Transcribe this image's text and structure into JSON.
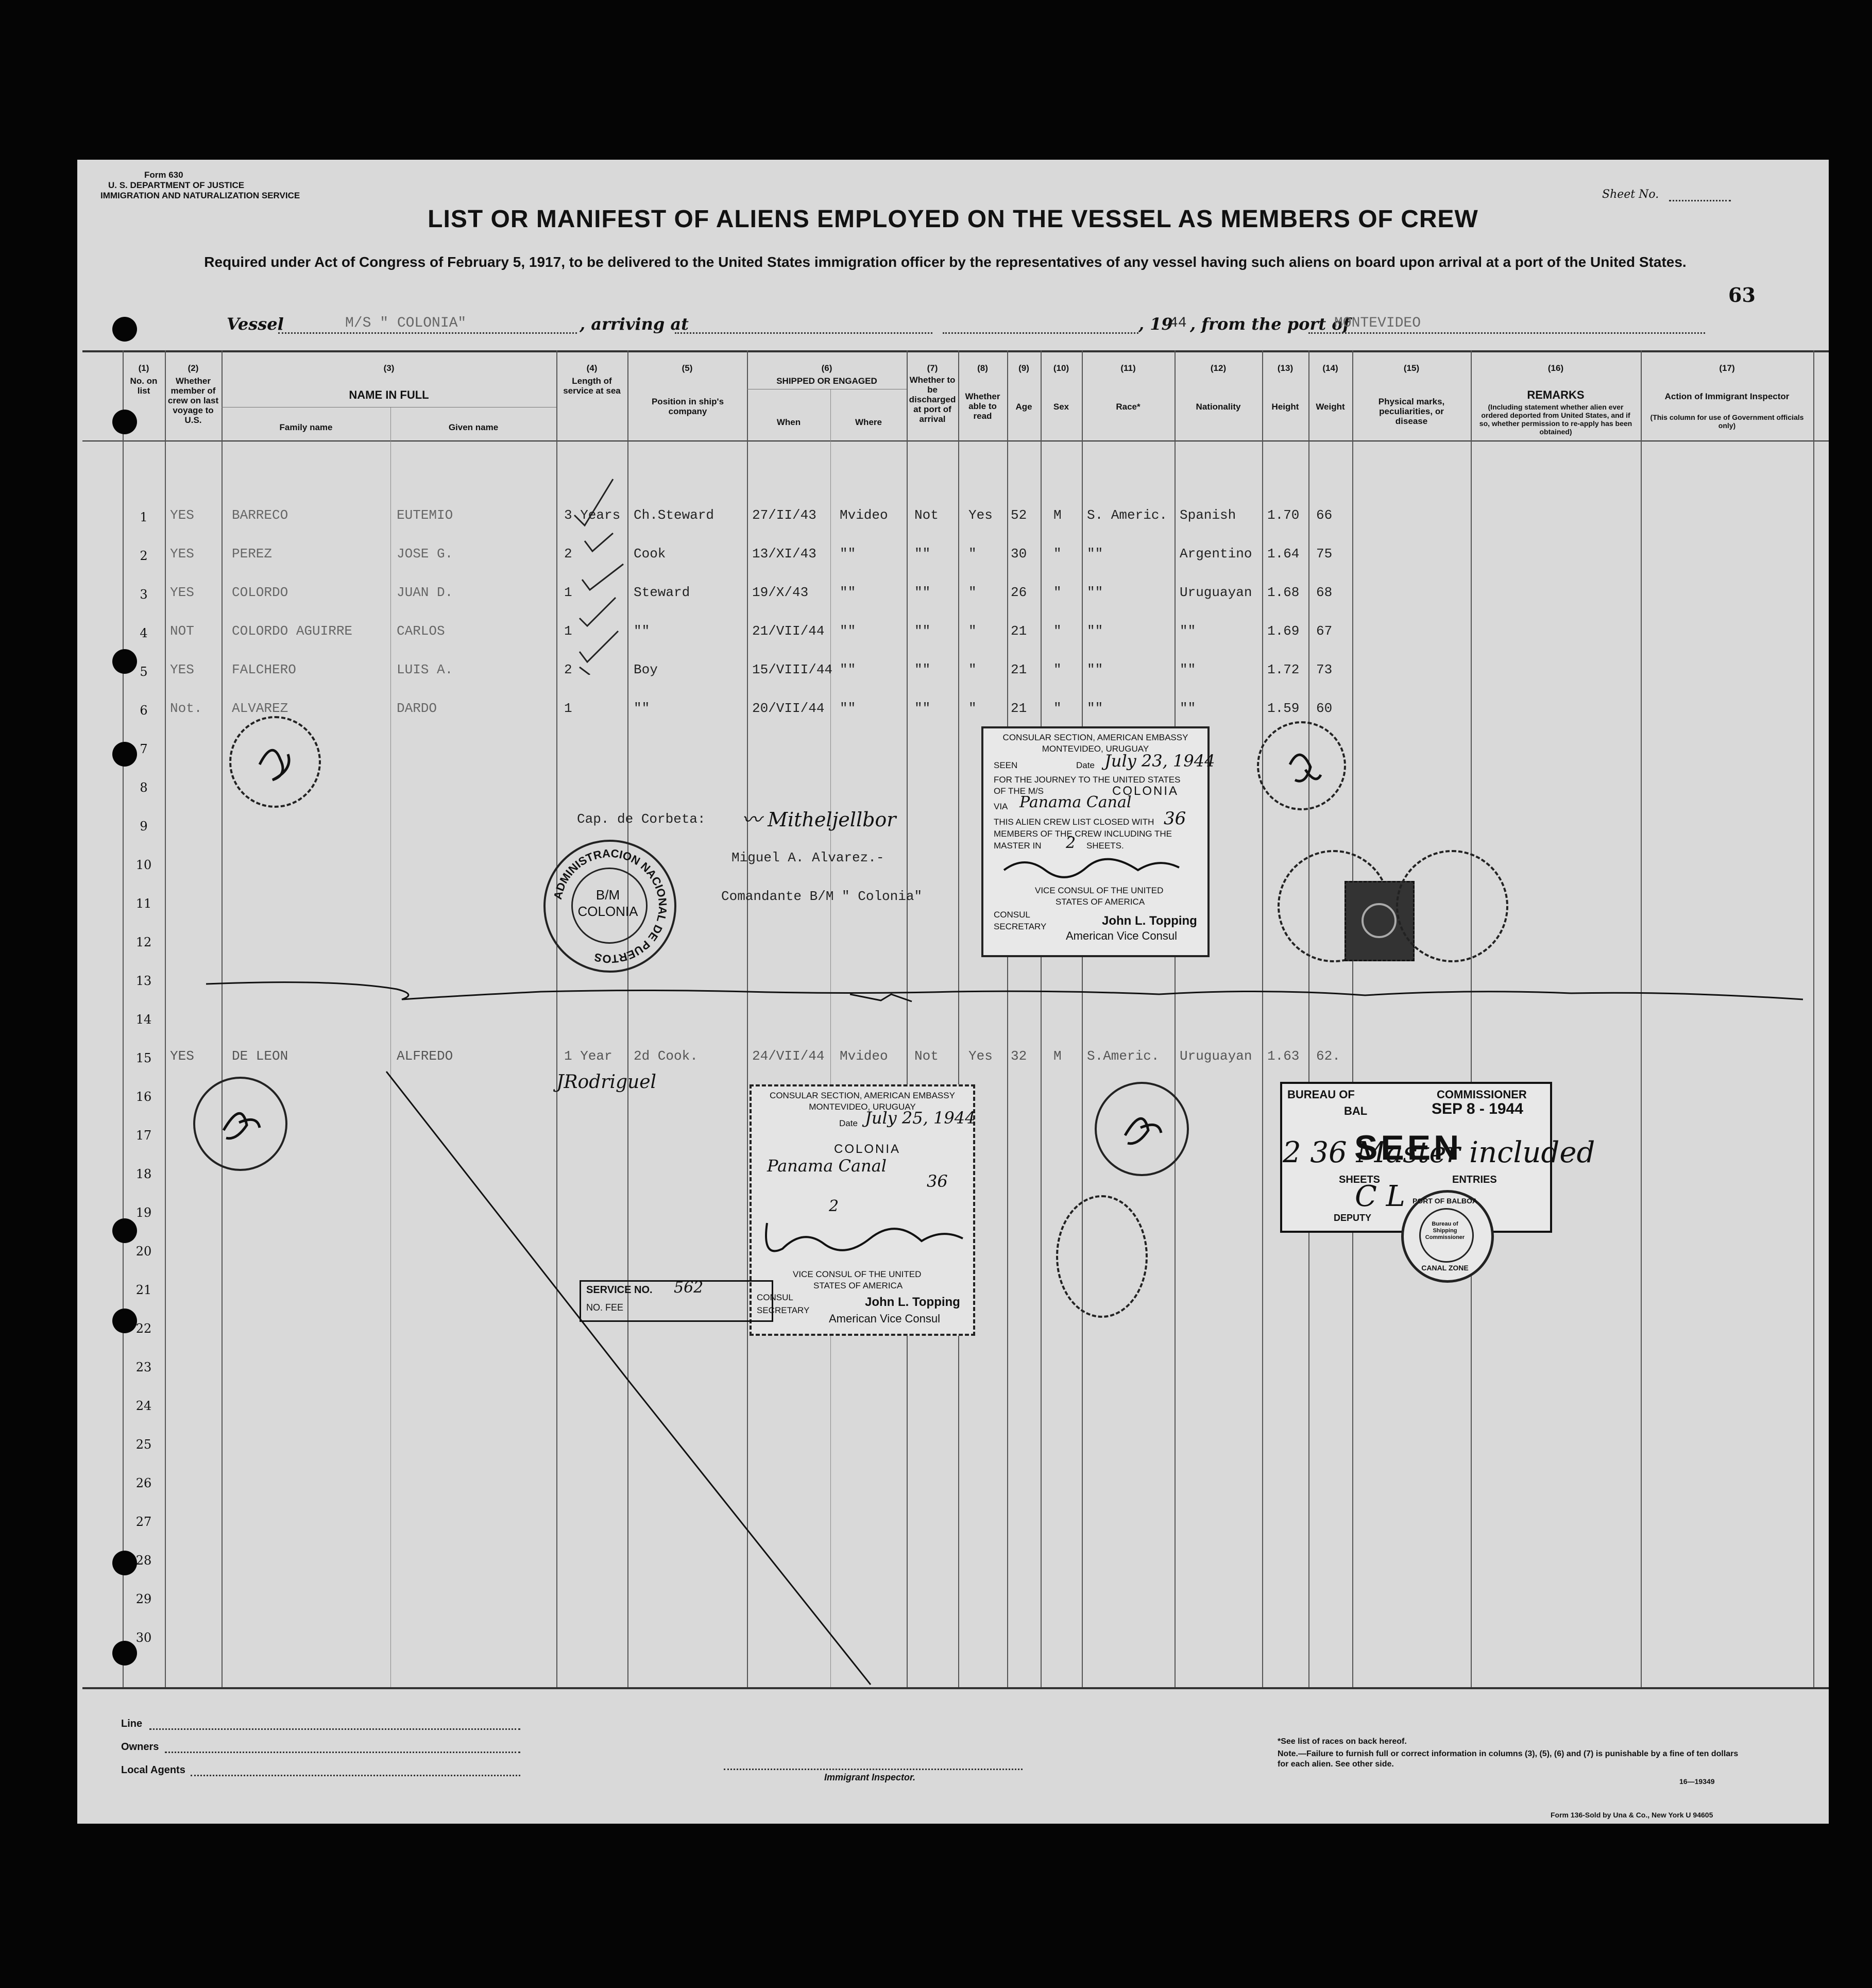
{
  "form": {
    "form_no": "Form 630",
    "dept": "U. S. DEPARTMENT OF JUSTICE",
    "service": "IMMIGRATION AND NATURALIZATION SERVICE",
    "title": "LIST OR MANIFEST OF ALIENS EMPLOYED ON THE VESSEL AS MEMBERS OF CREW",
    "subtitle": "Required under Act of Congress of February 5, 1917, to be delivered to the United States immigration officer by the representatives of any vessel having such aliens on board upon arrival at a port of the United States.",
    "sheet_label": "Sheet No.",
    "page_number": "63"
  },
  "vessel_line": {
    "vessel_label": "Vessel",
    "vessel_value": "M/S \" COLONIA\"",
    "arriving_label": ", arriving at",
    "year_label": ", 19",
    "year_value": "44",
    "from_label": ", from the port of",
    "from_value": "MONTEVIDEO"
  },
  "columns": {
    "c1_num": "(1)",
    "c1": "No. on list",
    "c2_num": "(2)",
    "c2": "Whether member of crew on last voyage to U.S.",
    "c3_num": "(3)",
    "c3": "NAME IN FULL",
    "c3a": "Family name",
    "c3b": "Given name",
    "c4_num": "(4)",
    "c4": "Length of service at sea",
    "c5_num": "(5)",
    "c5": "Position in ship's company",
    "c6_num": "(6)",
    "c6": "SHIPPED OR ENGAGED",
    "c6a": "When",
    "c6b": "Where",
    "c7_num": "(7)",
    "c7": "Whether to be discharged at port of arrival",
    "c8_num": "(8)",
    "c8": "Whether able to read",
    "c9_num": "(9)",
    "c9": "Age",
    "c10_num": "(10)",
    "c10": "Sex",
    "c11_num": "(11)",
    "c11": "Race*",
    "c12_num": "(12)",
    "c12": "Nationality",
    "c13_num": "(13)",
    "c13": "Height",
    "c14_num": "(14)",
    "c14": "Weight",
    "c15_num": "(15)",
    "c15": "Physical marks, peculiarities, or disease",
    "c16_num": "(16)",
    "c16": "REMARKS",
    "c16b": "(Including statement whether alien ever ordered deported from United States, and if so, whether permission to re-apply has been obtained)",
    "c17_num": "(17)",
    "c17": "Action of Immigrant Inspector",
    "c17b": "(This column for use of Government officials only)"
  },
  "rows": [
    {
      "n": "1",
      "prev": "YES",
      "family": "BARRECO",
      "given": "EUTEMIO",
      "service": "3 Years",
      "position": "Ch.Steward",
      "when": "27/II/43",
      "where": "Mvideo",
      "disch": "Not",
      "read": "Yes",
      "age": "52",
      "sex": "M",
      "race": "S. Americ.",
      "nationality": "Spanish",
      "height": "1.70",
      "weight": "66"
    },
    {
      "n": "2",
      "prev": "YES",
      "family": "PEREZ",
      "given": "JOSE G.",
      "service": "2",
      "position": "Cook",
      "when": "13/XI/43",
      "where": "\"\"",
      "disch": "\"\"",
      "read": "\"",
      "age": "30",
      "sex": "\"",
      "race": "\"\"",
      "nationality": "Argentino",
      "height": "1.64",
      "weight": "75"
    },
    {
      "n": "3",
      "prev": "YES",
      "family": "COLORDO",
      "given": "JUAN D.",
      "service": "1",
      "position": "Steward",
      "when": "19/X/43",
      "where": "\"\"",
      "disch": "\"\"",
      "read": "\"",
      "age": "26",
      "sex": "\"",
      "race": "\"\"",
      "nationality": "Uruguayan",
      "height": "1.68",
      "weight": "68"
    },
    {
      "n": "4",
      "prev": "NOT",
      "family": "COLORDO AGUIRRE",
      "given": "CARLOS",
      "service": "1",
      "position": "\"\"",
      "when": "21/VII/44",
      "where": "\"\"",
      "disch": "\"\"",
      "read": "\"",
      "age": "21",
      "sex": "\"",
      "race": "\"\"",
      "nationality": "\"\"",
      "height": "1.69",
      "weight": "67"
    },
    {
      "n": "5",
      "prev": "YES",
      "family": "FALCHERO",
      "given": "LUIS A.",
      "service": "2",
      "position": "Boy",
      "when": "15/VIII/44",
      "where": "\"\"",
      "disch": "\"\"",
      "read": "\"",
      "age": "21",
      "sex": "\"",
      "race": "\"\"",
      "nationality": "\"\"",
      "height": "1.72",
      "weight": "73"
    },
    {
      "n": "6",
      "prev": "Not.",
      "family": "ALVAREZ",
      "given": "DARDO",
      "service": "1",
      "position": "\"\"",
      "when": "20/VII/44",
      "where": "\"\"",
      "disch": "\"\"",
      "read": "\"",
      "age": "21",
      "sex": "\"",
      "race": "\"\"",
      "nationality": "\"\"",
      "height": "1.59",
      "weight": "60"
    }
  ],
  "row15": {
    "n": "15",
    "prev": "YES",
    "family": "DE LEON",
    "given": "ALFREDO",
    "service": "1 Year",
    "position": "2d Cook.",
    "when": "24/VII/44",
    "where": "Mvideo",
    "disch": "Not",
    "read": "Yes",
    "age": "32",
    "sex": "M",
    "race": "S.Americ.",
    "nationality": "Uruguayan",
    "height": "1.63",
    "weight": "62."
  },
  "row_numbers": [
    "1",
    "2",
    "3",
    "4",
    "5",
    "6",
    "7",
    "8",
    "9",
    "10",
    "11",
    "12",
    "13",
    "14",
    "15",
    "16",
    "17",
    "18",
    "19",
    "20",
    "21",
    "22",
    "23",
    "24",
    "25",
    "26",
    "27",
    "28",
    "29",
    "30"
  ],
  "captain_block": {
    "line1": "Cap. de Corbeta:",
    "line2": "Miguel A. Alvarez.-",
    "line3": "Comandante B/M \" Colonia\""
  },
  "seal_port": {
    "ring": "ADMINISTRACION NACIONAL DE PUERTOS",
    "center1": "B/M",
    "center2": "COLONIA"
  },
  "consular_stamp_1": {
    "line1": "CONSULAR SECTION, AMERICAN EMBASSY",
    "line2": "MONTEVIDEO, URUGUAY",
    "seen": "SEEN",
    "date_label": "Date",
    "date_value": "July 23, 1944",
    "line4": "FOR THE JOURNEY TO THE UNITED STATES",
    "line5": "OF THE M/S",
    "vessel": "COLONIA",
    "via": "VIA",
    "via_value": "Panama Canal",
    "closed": "THIS ALIEN CREW LIST CLOSED WITH",
    "count": "36",
    "members": "MEMBERS OF THE CREW INCLUDING THE",
    "master": "MASTER IN",
    "sheets_count": "2",
    "sheets": "SHEETS.",
    "vice1": "VICE CONSUL OF THE UNITED",
    "vice2": "STATES OF AMERICA",
    "consul": "CONSUL",
    "secretary": "SECRETARY",
    "name": "John L. Topping",
    "name2": "American Vice Consul"
  },
  "consular_stamp_2": {
    "line1": "CONSULAR SECTION, AMERICAN EMBASSY",
    "line2": "MONTEVIDEO, URUGUAY",
    "date_label": "Date",
    "date_value": "July 25, 1944",
    "vessel": "COLONIA",
    "via_value": "Panama Canal",
    "count": "36",
    "sheets_count": "2",
    "vice1": "VICE CONSUL OF THE UNITED",
    "vice2": "STATES OF AMERICA",
    "consul": "CONSUL",
    "secretary": "SECRETARY",
    "name": "John L. Topping",
    "name2": "American Vice Consul"
  },
  "service_box": {
    "label": "SERVICE NO.",
    "value": "562",
    "line2": "NO. FEE"
  },
  "bureau_stamp": {
    "line1": "BUREAU OF",
    "line1b": "COMMISSIONER",
    "line2": "BAL",
    "date": "SEP 8 - 1944",
    "seen": "SEEN",
    "sheets": "SHEETS",
    "entries": "ENTRIES",
    "deputy": "DEPUTY",
    "annotation": "2   36 Master included",
    "initials": "C L"
  },
  "canal_seal": {
    "ring": "PORT OF BALBOA",
    "inner": "Bureau of Shipping Commissioner",
    "bottom": "CANAL ZONE"
  },
  "footer": {
    "line_label": "Line",
    "owners_label": "Owners",
    "agents_label": "Local Agents",
    "inspector": "Immigrant Inspector.",
    "note1": "*See list of races on back hereof.",
    "note2_a": "Note.",
    "note2": "—Failure to furnish full or correct information in columns (3), (5), (6) and (7) is punishable by a fine of ten dollars for each alien.  See other side.",
    "code": "16—19349",
    "printer": "Form 136-Sold by Una & Co., New York  U 94605"
  }
}
